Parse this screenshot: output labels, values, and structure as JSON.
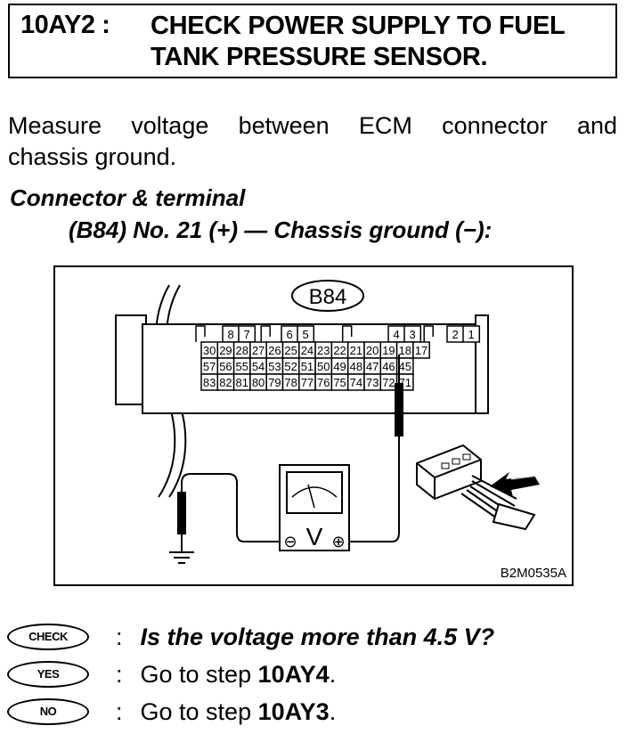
{
  "header": {
    "step_id": "10AY2 :",
    "title_line1": "CHECK POWER SUPPLY TO FUEL",
    "title_line2": "TANK PRESSURE SENSOR."
  },
  "instruction": {
    "line1": "Measure voltage between ECM connector and",
    "line2": "chassis ground."
  },
  "connector": {
    "label": "Connector & terminal",
    "detail": "(B84) No. 21 (+) — Chassis ground (−):"
  },
  "diagram": {
    "connector_id": "B84",
    "figure_code": "B2M0535A",
    "top_row_pins": [
      "8",
      "7",
      "6",
      "5",
      "4",
      "3",
      "2",
      "1"
    ],
    "row2_pins": [
      "30",
      "29",
      "28",
      "27",
      "26",
      "25",
      "24",
      "23",
      "22",
      "21",
      "20",
      "19",
      "18",
      "17"
    ],
    "row3_pins": [
      "57",
      "56",
      "55",
      "54",
      "53",
      "52",
      "51",
      "50",
      "49",
      "48",
      "47",
      "46",
      "45"
    ],
    "row4_pins": [
      "83",
      "82",
      "81",
      "80",
      "79",
      "78",
      "77",
      "76",
      "75",
      "74",
      "73",
      "72",
      "71"
    ],
    "meter_symbol": "V",
    "minus_symbol": "⊖",
    "plus_symbol": "⊕"
  },
  "decisions": [
    {
      "badge": "CHECK",
      "colon": ":",
      "text": "Is the voltage more than 4.5 V?"
    },
    {
      "badge": "YES",
      "colon": ":",
      "prefix": "Go to step ",
      "step": "10AY4",
      "suffix": "."
    },
    {
      "badge": "NO",
      "colon": ":",
      "prefix": "Go to step ",
      "step": "10AY3",
      "suffix": "."
    }
  ]
}
